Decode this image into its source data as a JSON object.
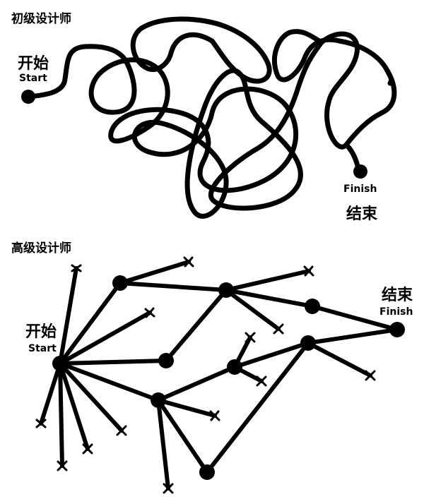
{
  "colors": {
    "ink": "#000000",
    "background": "#ffffff"
  },
  "junior": {
    "title": "初级设计师",
    "start_cn": "开始",
    "start_en": "Start",
    "finish_en": "Finish",
    "finish_cn": "结束"
  },
  "senior": {
    "title": "高级设计师",
    "start_cn": "开始",
    "start_en": "Start",
    "finish_cn": "结束",
    "finish_en": "Finish"
  }
}
